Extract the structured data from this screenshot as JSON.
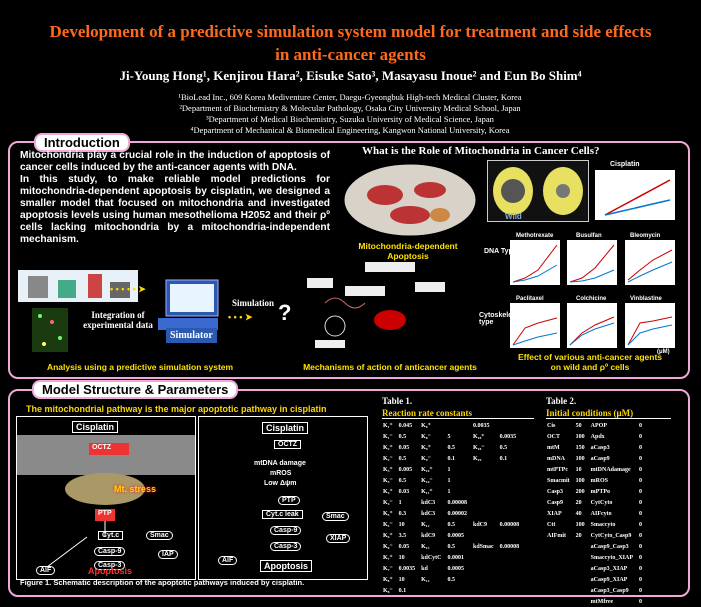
{
  "header": {
    "title_line1": "Development of a predictive simulation system model for treatment and side effects",
    "title_line2": "in anti-cancer agents",
    "authors": "Ji-Young Hong¹, Kenjirou Hara², Eisuke Sato³, Masayasu Inoue² and Eun Bo Shim⁴",
    "affiliations": [
      "¹BioLead Inc., 609 Korea Mediventure Center, Daegu-Gyeongbuk High-tech Medical Cluster, Korea",
      "²Department of Biochemistry & Molecular Pathology, Osaka City University Medical School, Japan",
      "³Department of Medical Biochemistry, Suzuka University of Medical Science, Japan",
      "⁴Department of Mechanical & Biomedical Engineering, Kangwon National University, Korea"
    ]
  },
  "intro": {
    "label": "Introduction",
    "paragraph": "Mitochondria play a crucial role in the induction of apoptosis of cancer cells induced by the anti-cancer agents with DNA.\nIn this study, to make reliable model predictions for mitochondria-dependent apoptosis by cisplatin, we designed a smaller model that focused on mitochondria and investigated apoptosis levels using human mesothelioma H2052 and their ρº cells lacking mitochondria by a mitochondria-independent mechanism.",
    "role_title": "What is the Role of Mitochondria in Cancer Cells?",
    "mito_caption": "Mitochondria-dependent Apoptosis",
    "integration_label": "Integration of experimental data",
    "simulation_label": "Simulation",
    "simulator_label": "Simulator",
    "analysis_caption": "Analysis using a predictive simulation system",
    "mechanism_caption": "Mechanisms of action of anticancer agents",
    "effect_caption": "Effect of various anti-cancer agents on wild and ρº cells",
    "wild_label": "Wild",
    "cisplatin_label": "Cisplatin",
    "chart_labels": [
      "Methotrexate",
      "Busulfan",
      "Bleomycin",
      "Paclitaxel",
      "Colchicine",
      "Vinblastine"
    ],
    "dna_type": "DNA Type",
    "cyto_type": "Cytoskeleton type",
    "unit": "(μM)",
    "question_mark": "?"
  },
  "model": {
    "label": "Model Structure & Parameters",
    "pathway_title": "The mitochondrial pathway is the major apoptotic pathway in cisplatin",
    "figure_caption": "Figure 1. Schematic description of the apoptotic pathways induced by cisplatin.",
    "left_nodes": {
      "cisplatin": "Cisplatin",
      "octz": "OCTZ",
      "stress": "Mt. stress",
      "ptp": "PTP",
      "cytc": "Cyt.c",
      "smac": "Smac",
      "casp9": "Casp-9",
      "casp3": "Casp-3",
      "iap": "IAP",
      "aif": "AIF",
      "apoptosis": "Apoptosis"
    },
    "right_nodes": {
      "cisplatin": "Cisplatin",
      "octz": "OCTZ",
      "mdna": "mtDNA damage",
      "mros": "mROS",
      "lowpsi": "Low Δψm",
      "ptp": "PTP",
      "cytleak": "Cyt.c leak",
      "smac": "Smac",
      "casp9": "Casp-9",
      "casp3": "Casp-3",
      "xiap": "XIAP",
      "aif": "AIF",
      "apoptosis": "Apoptosis"
    }
  },
  "table1": {
    "title": "Table 1.",
    "subtitle": "Reaction rate constants",
    "rows": [
      [
        "K₁⁺",
        "0.045",
        "K₈⁺",
        "",
        "0.0035",
        "",
        ""
      ],
      [
        "K₁⁻",
        "0.5",
        "K₈⁻",
        "5",
        "K₁₈⁺",
        "0.0035"
      ],
      [
        "K₂⁺",
        "0.05",
        "K₉⁺",
        "0.5",
        "K₁₈⁻",
        "0.5"
      ],
      [
        "K₂⁻",
        "0.5",
        "K₉⁻",
        "0.1",
        "K₁₉",
        "0.1"
      ],
      [
        "K₃⁺",
        "0.005",
        "K₁₀⁺",
        "1",
        "",
        ""
      ],
      [
        "K₃⁻",
        "0.5",
        "K₁₀⁻",
        "1",
        "",
        ""
      ],
      [
        "K₄⁺",
        "0.03",
        "K₁₁⁺",
        "1",
        "",
        ""
      ],
      [
        "K₄⁻",
        "1",
        "kdC3",
        "0.00008",
        "",
        ""
      ],
      [
        "K₅⁺",
        "0.3",
        "kdC3",
        "0.00002",
        "",
        ""
      ],
      [
        "K₅⁻",
        "10",
        "K₁₂",
        "0.5",
        "kdC9",
        "0.00008"
      ],
      [
        "K₆⁺",
        "3.5",
        "kdC9",
        "0.0005",
        "",
        ""
      ],
      [
        "K₆⁻",
        "0.05",
        "K₁₃",
        "0.5",
        "kdSmac",
        "0.00008"
      ],
      [
        "K₇⁺",
        "10",
        "kdCytC",
        "0.0001",
        "",
        ""
      ],
      [
        "K₇⁻",
        "0.0035",
        "kd",
        "0.0005",
        "",
        ""
      ],
      [
        "K₈⁺",
        "10",
        "K₁₄",
        "0.5",
        "",
        ""
      ],
      [
        "K₈⁻",
        "0.1",
        "",
        "",
        "",
        ""
      ]
    ]
  },
  "table2": {
    "title": "Table 2.",
    "subtitle": "Initial conditions (μM)",
    "rows": [
      [
        "Cis",
        "50",
        "APOP",
        "0"
      ],
      [
        "OCT",
        "100",
        "Apdx",
        "0"
      ],
      [
        "mtM",
        "150",
        "aCasp3",
        "0"
      ],
      [
        "mDNA",
        "100",
        "aCasp9",
        "0"
      ],
      [
        "mtPTPc",
        "10",
        "mtDNAdamage",
        "0"
      ],
      [
        "Smacmit",
        "100",
        "mROS",
        "0"
      ],
      [
        "Casp3",
        "200",
        "mPTPo",
        "0"
      ],
      [
        "Casp9",
        "20",
        "CytCyto",
        "0"
      ],
      [
        "XIAP",
        "40",
        "AIFcyto",
        "0"
      ],
      [
        "Ctt",
        "100",
        "Smaccyto",
        "0"
      ],
      [
        "AIFmit",
        "20",
        "CytCyto_Casp9",
        "0"
      ],
      [
        "",
        "",
        "aCasp9_Casp3",
        "0"
      ],
      [
        "",
        "",
        "Smaccyto_XIAP",
        "0"
      ],
      [
        "",
        "",
        "aCasp3_XIAP",
        "0"
      ],
      [
        "",
        "",
        "aCasp9_XIAP",
        "0"
      ],
      [
        "",
        "",
        "aCasp3_Casp9",
        "0"
      ],
      [
        "",
        "",
        "mtMfree",
        "0"
      ]
    ]
  }
}
